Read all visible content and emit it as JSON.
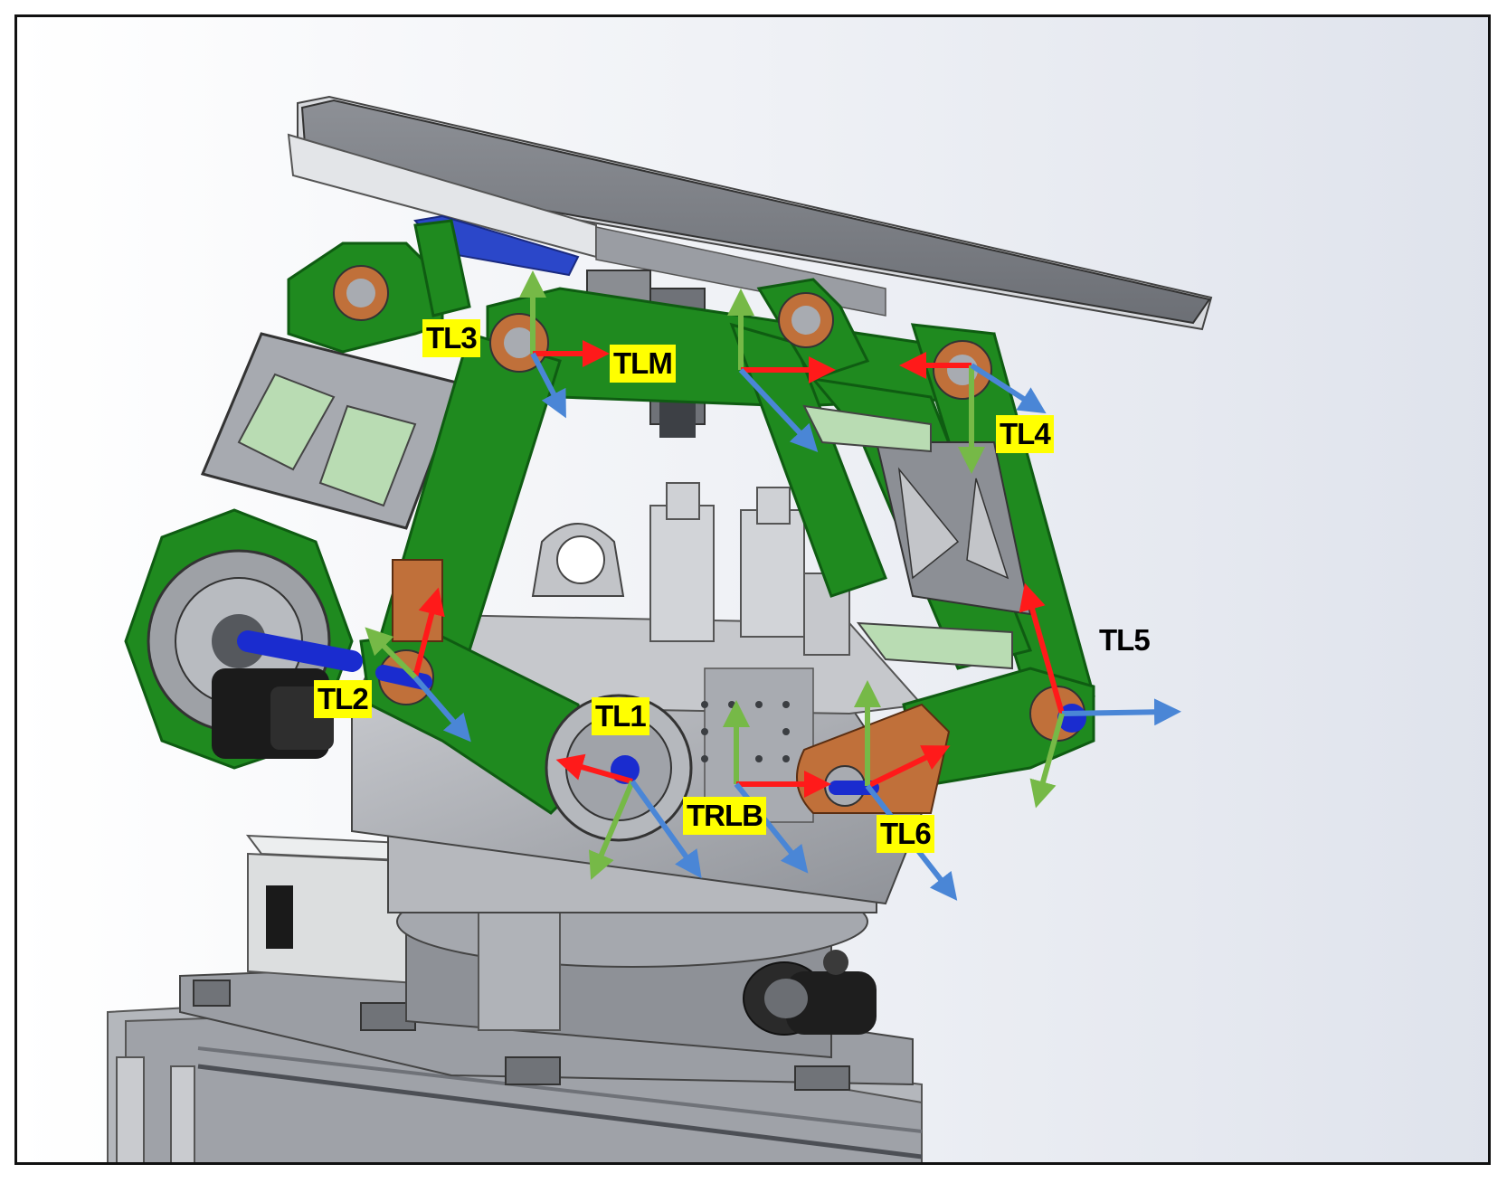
{
  "labels": {
    "tl1": "TL1",
    "tl2": "TL2",
    "tl3": "TL3",
    "tl4": "TL4",
    "tl5": "TL5",
    "tl6": "TL6",
    "tlm": "TLM",
    "trlb": "TRLB"
  },
  "colors": {
    "green_link": "#1f8a1f",
    "green_link_dark": "#0f5c12",
    "steel": "#a9acb2",
    "bronze": "#c0703a",
    "axis_x": "#ff1a1a",
    "axis_y": "#76b947",
    "axis_z": "#4a86d6",
    "shaft": "#1a2ccf",
    "label_bg": "#ffff00"
  }
}
